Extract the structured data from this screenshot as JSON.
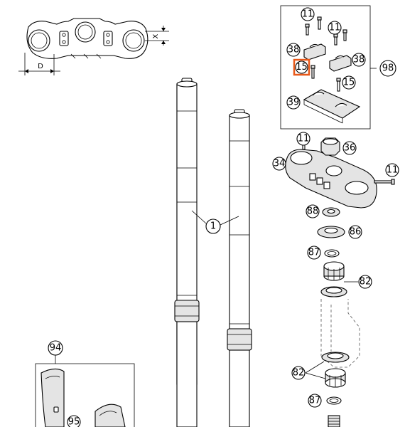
{
  "dimension_labels": {
    "x": "X",
    "d": "D"
  },
  "callouts": {
    "c1": "1",
    "c11a": "11",
    "c11b": "11",
    "c11c": "11",
    "c11d": "11",
    "c15a": "15",
    "c15b": "15",
    "c34": "34",
    "c36": "36",
    "c38a": "38",
    "c38b": "38",
    "c39": "39",
    "c82a": "82",
    "c82b": "82",
    "c86": "86",
    "c87a": "87",
    "c87b": "87",
    "c88": "88",
    "c94": "94",
    "c95": "95",
    "c98": "98"
  },
  "highlight": {
    "color": "#e8591a",
    "part": "15"
  },
  "colors": {
    "line": "#000000",
    "shade": "#e4e4e4",
    "background": "#ffffff"
  }
}
